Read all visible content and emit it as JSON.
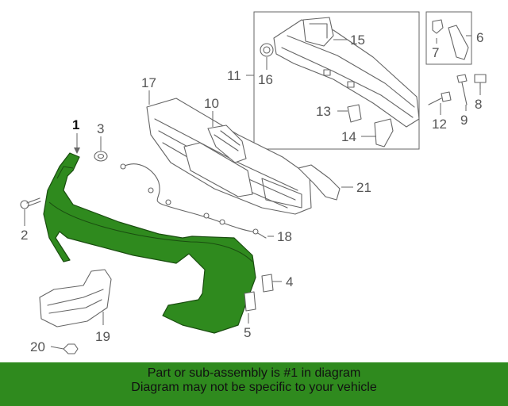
{
  "callouts": {
    "c1": "1",
    "c2": "2",
    "c3": "3",
    "c4": "4",
    "c5": "5",
    "c6": "6",
    "c7": "7",
    "c8": "8",
    "c9": "9",
    "c10": "10",
    "c11": "11",
    "c12": "12",
    "c13": "13",
    "c14": "14",
    "c15": "15",
    "c16": "16",
    "c17": "17",
    "c18": "18",
    "c19": "19",
    "c20": "20",
    "c21": "21"
  },
  "banner": {
    "line1": "Part or sub-assembly is #1 in diagram",
    "line2": "Diagram may not be specific to your vehicle"
  },
  "colors": {
    "highlight_part": "#2f8a1e",
    "banner_bg": "#2f8a1e",
    "line": "#666666"
  }
}
